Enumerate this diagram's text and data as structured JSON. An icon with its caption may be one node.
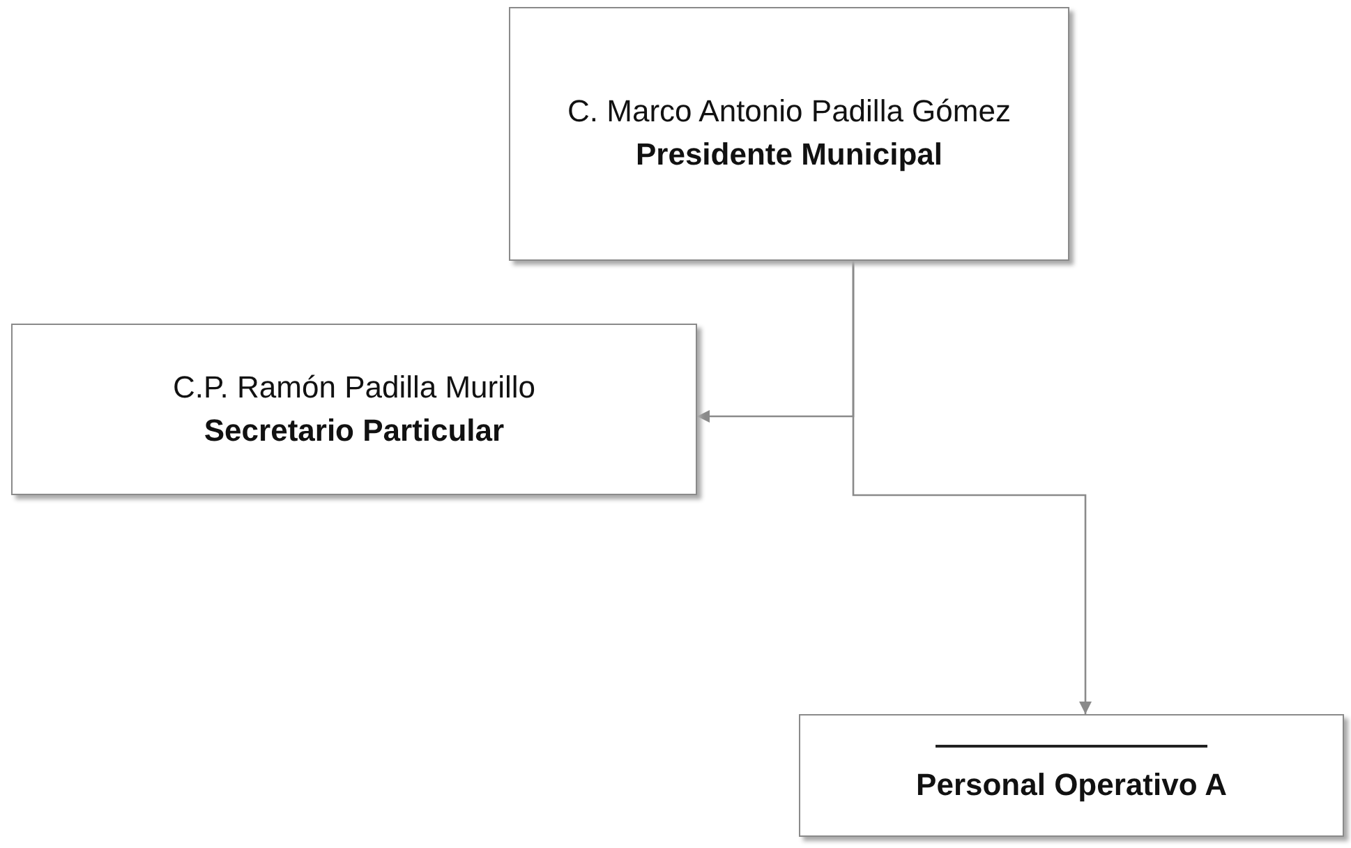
{
  "diagram": {
    "nodes": [
      {
        "text": [
          "C. Marco Antonio Padilla Gómez",
          "Presidente Municipal"
        ]
      },
      {
        "text": [
          "C.P. Ramón Padilla Murillo",
          "Secretario Particular"
        ]
      },
      {
        "text": [
          "Personal Operativo A"
        ]
      }
    ],
    "edges": [
      {
        "from": 0,
        "to": 1,
        "arrow": "to"
      },
      {
        "from": 0,
        "to": 2,
        "arrow": "to"
      }
    ]
  }
}
